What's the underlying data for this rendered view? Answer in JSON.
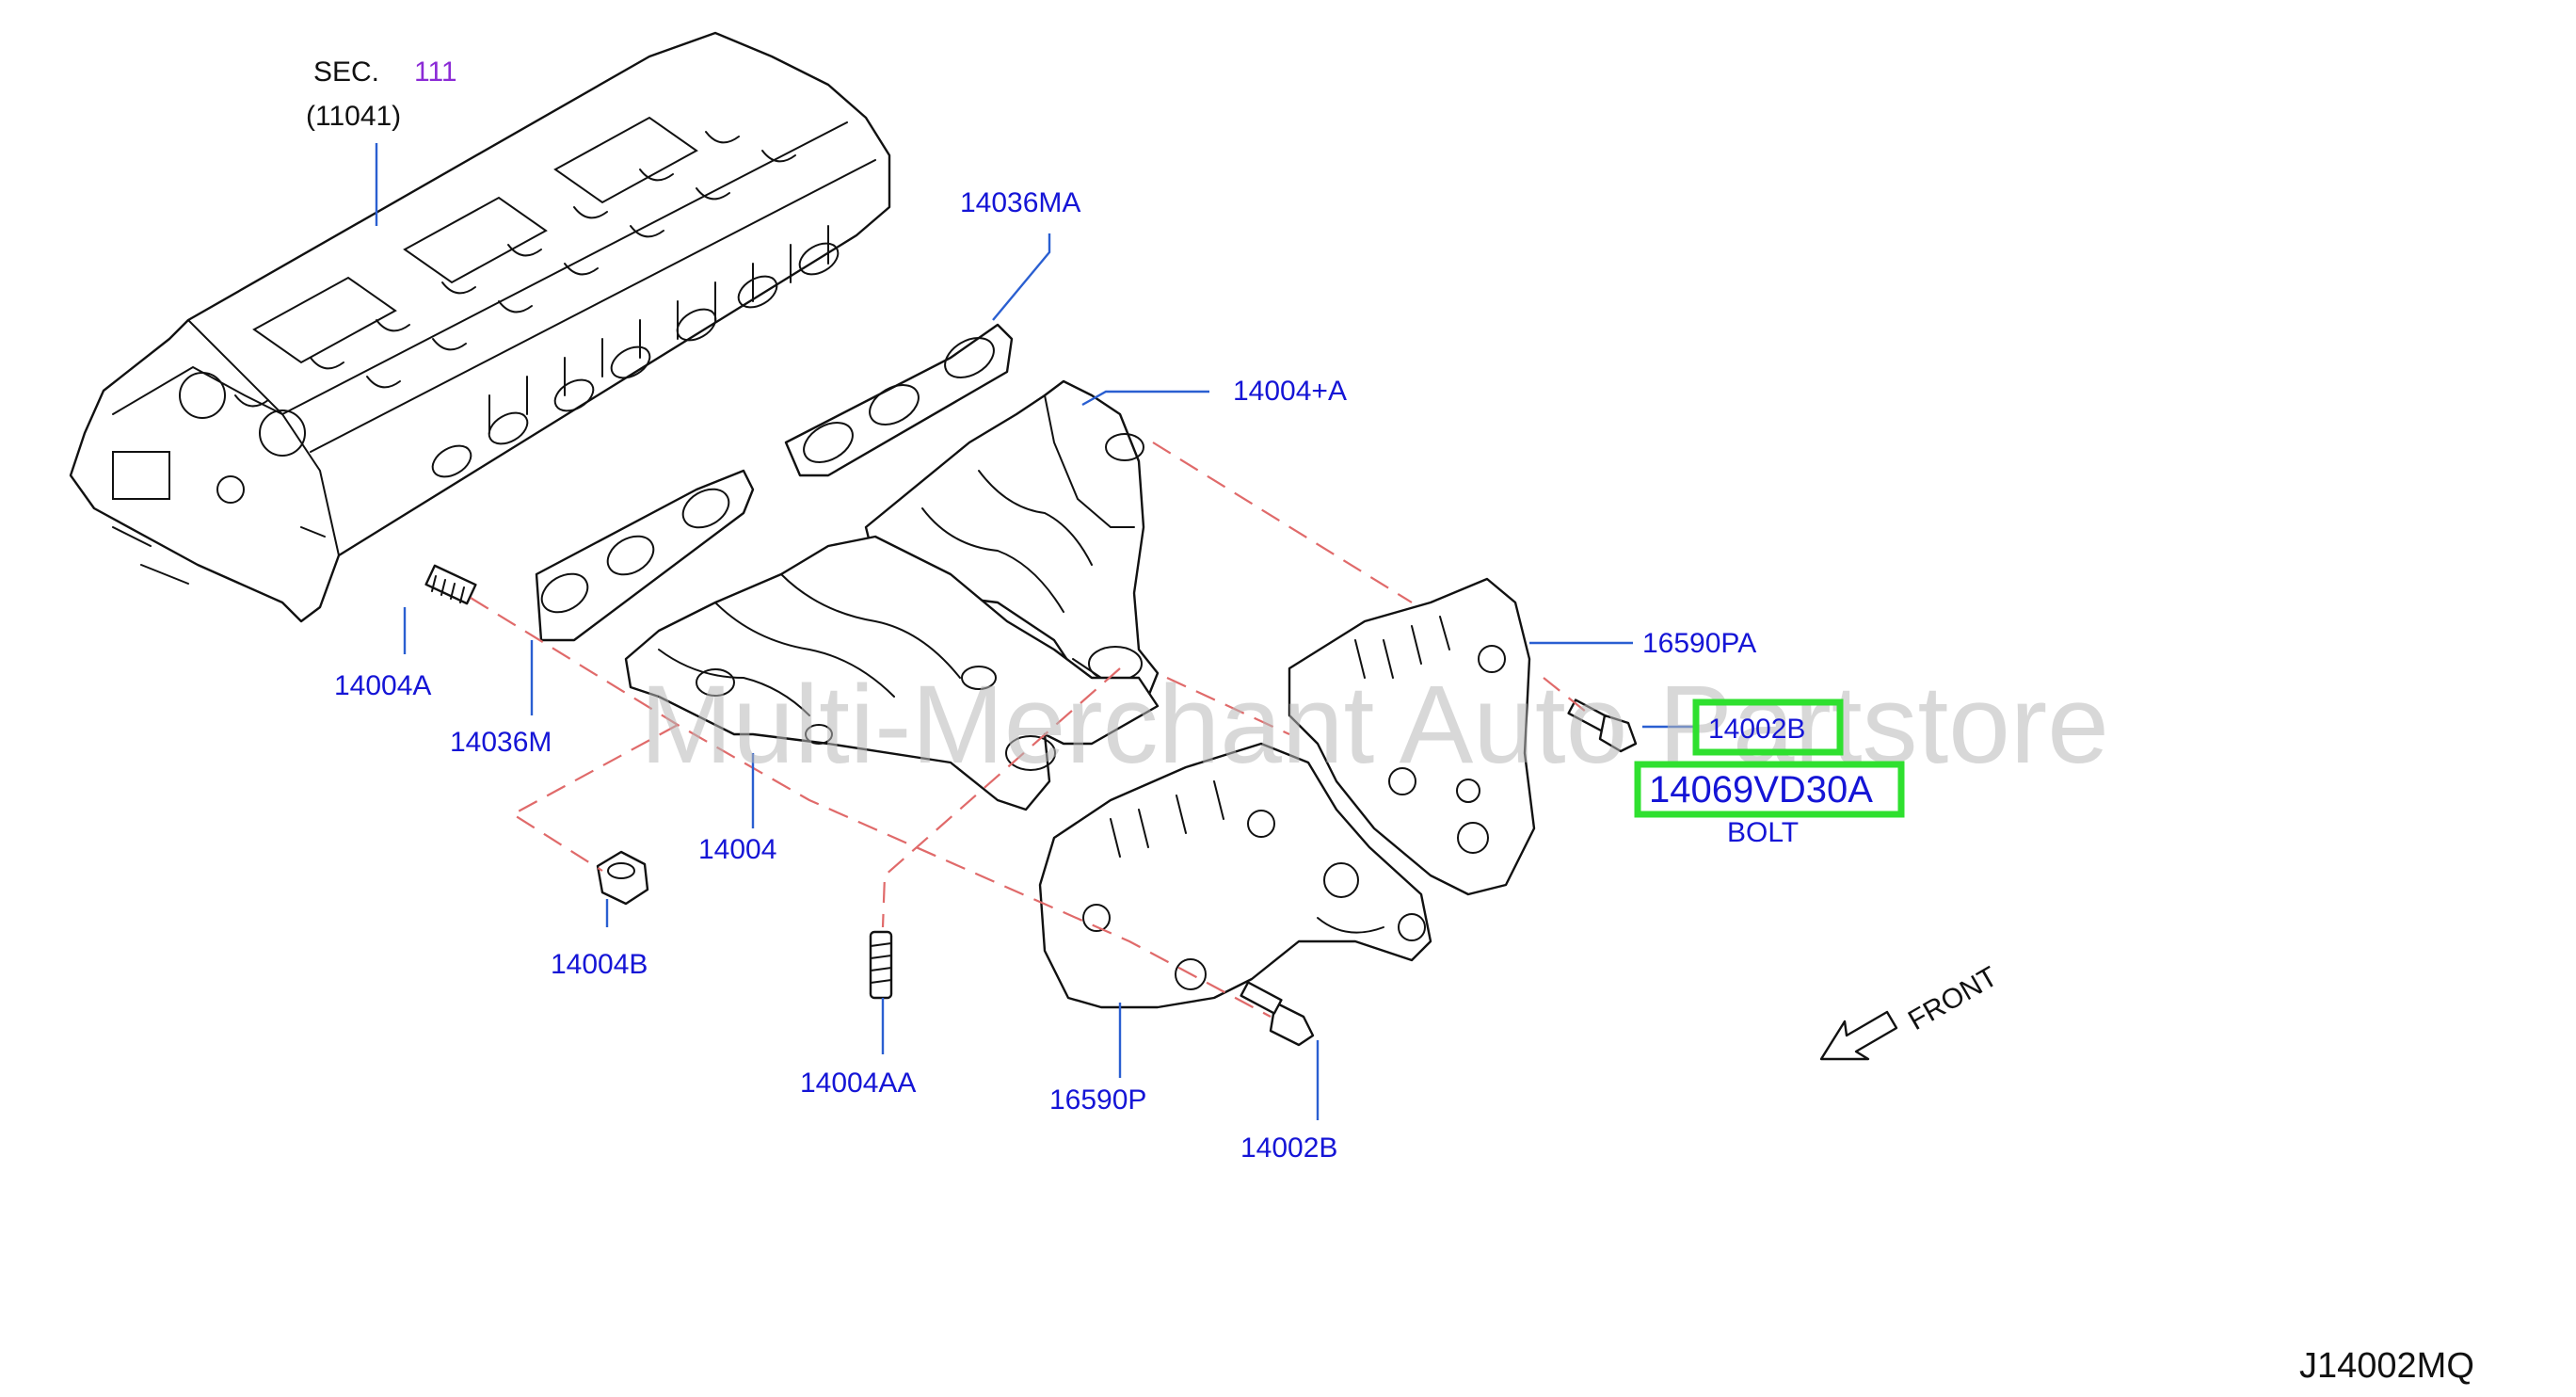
{
  "section_ref": {
    "prefix": "SEC.",
    "number": "111",
    "part_code": "(11041)"
  },
  "callouts": {
    "gasket_upper": "14036MA",
    "manifold_right": "14004+A",
    "heat_insulator_right": "16590PA",
    "stud_left": "14004A",
    "gasket_lower": "14036M",
    "manifold_left": "14004",
    "nut": "14004B",
    "stud_center": "14004AA",
    "heat_insulator_left": "16590P",
    "bolt_lower": "14002B",
    "bolt_right": "14002B",
    "part_number": "14069VD30A",
    "part_name": "BOLT"
  },
  "front_label": "FRONT",
  "watermark": "Multi-Merchant Auto Partstore",
  "drawing_number": "J14002MQ",
  "colors": {
    "callout": "#1515d6",
    "leader": "#2a5fd1",
    "highlight": "#2fe02f",
    "dashed_line": "#e06a6a",
    "section_number": "#8b2bd6"
  }
}
